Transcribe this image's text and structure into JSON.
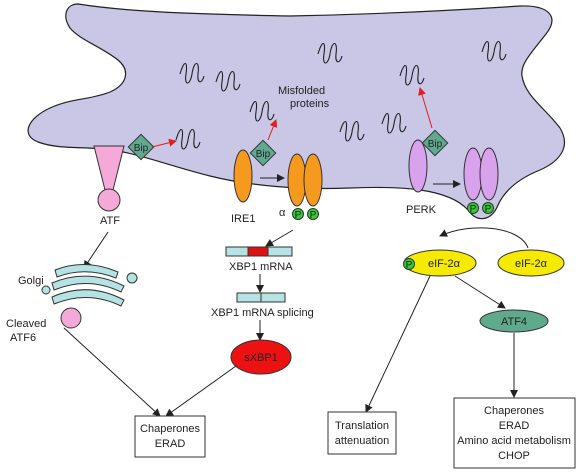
{
  "labels": {
    "misfolded_1": "Misfolded",
    "misfolded_2": "proteins",
    "bip": "Bip",
    "atf": "ATF",
    "ire1": "IRE1",
    "alpha": "α",
    "perk": "PERK",
    "p": "P",
    "golgi": "Golgi",
    "cleaved_1": "Cleaved",
    "cleaved_2": "ATF6",
    "xbp1_mrna": "XBP1 mRNA",
    "xbp1_splicing": "XBP1 mRNA splicing",
    "sxbp1": "sXBP1",
    "eif2a_1": "eIF-2α",
    "eif2a_2": "eIF-2α",
    "atf4": "ATF4"
  },
  "boxes": {
    "left": [
      "Chaperones",
      "ERAD"
    ],
    "middle": [
      "Translation",
      "attenuation"
    ],
    "right": [
      "Chaperones",
      "ERAD",
      "Amino acid metabolism",
      "CHOP"
    ]
  },
  "colors": {
    "er": "#c9c6e6",
    "bip": "#5fa98d",
    "atf6": "#f4a9d8",
    "ire1": "#f5991f",
    "perk": "#d9a2ec",
    "phospho": "#33cc33",
    "golgi": "#b5e3e3",
    "mrna": "#b5e3e3",
    "splice": "#dd1111",
    "sxbp1": "#ee1111",
    "eif": "#f5ea00",
    "atf4": "#5fa98d"
  }
}
